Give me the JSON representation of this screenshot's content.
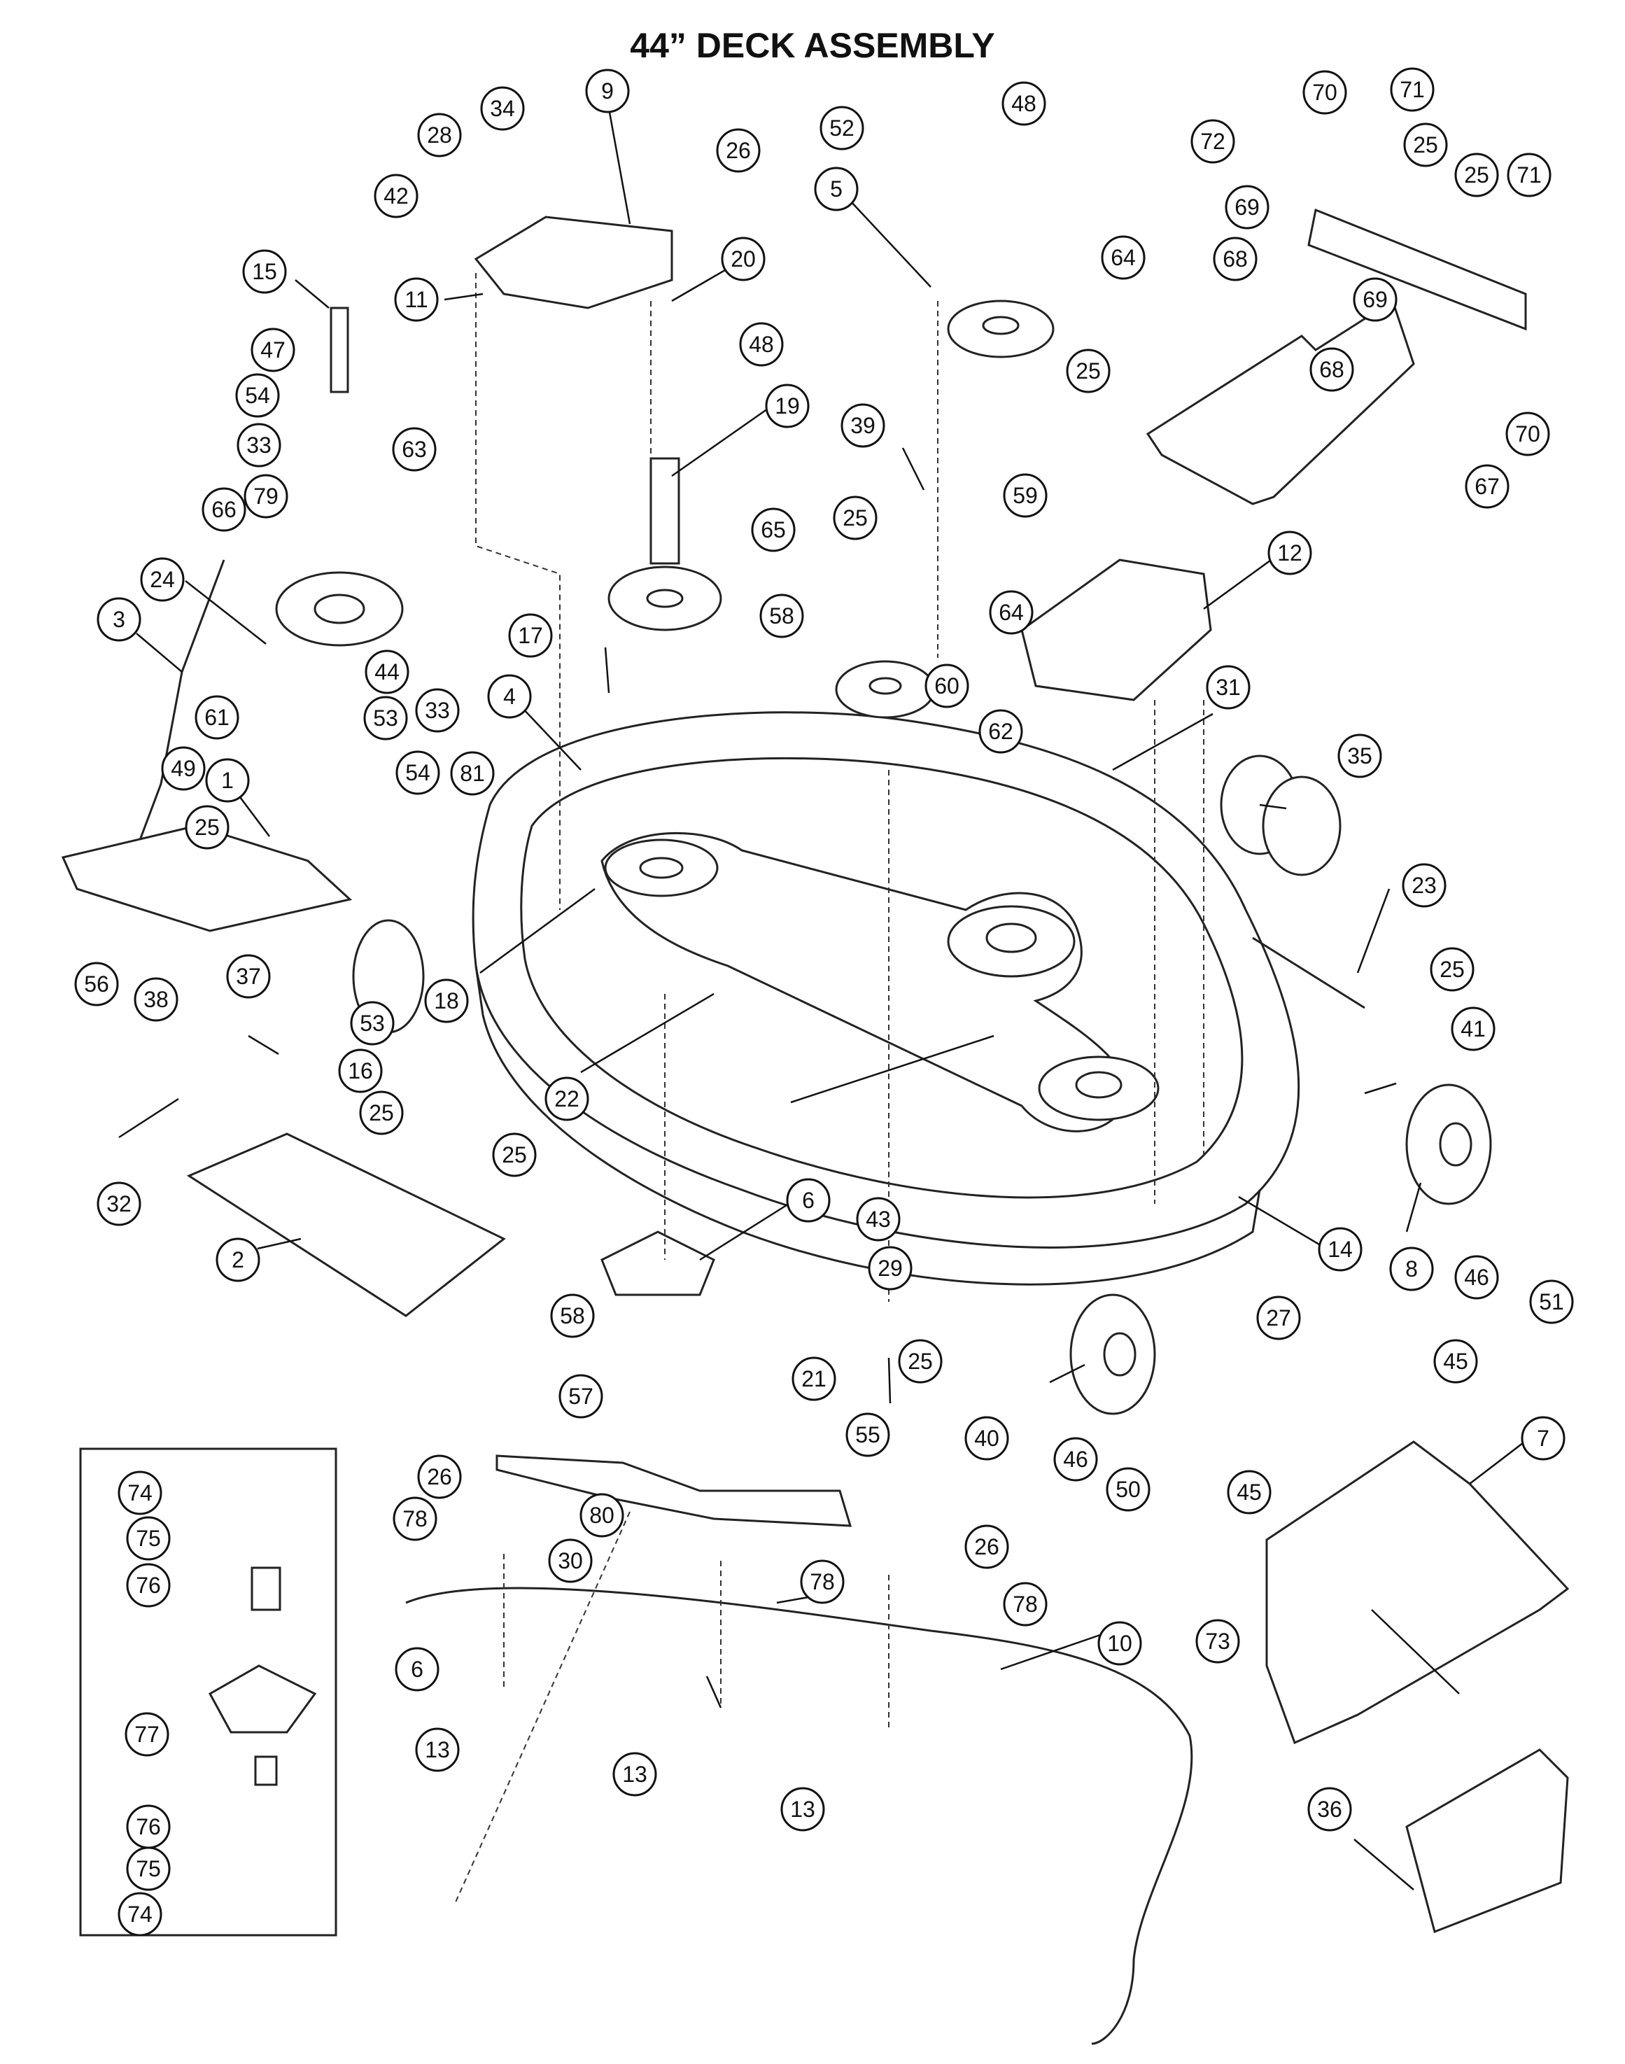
{
  "title": "44” DECK ASSEMBLY",
  "colors": {
    "line": "#222222",
    "background": "#ffffff"
  },
  "callouts": [
    "1",
    "2",
    "3",
    "4",
    "5",
    "6",
    "7",
    "8",
    "9",
    "10",
    "11",
    "12",
    "13",
    "14",
    "15",
    "16",
    "17",
    "18",
    "19",
    "20",
    "21",
    "22",
    "23",
    "24",
    "25",
    "26",
    "27",
    "28",
    "29",
    "30",
    "31",
    "32",
    "33",
    "34",
    "35",
    "36",
    "37",
    "38",
    "39",
    "40",
    "41",
    "42",
    "43",
    "44",
    "45",
    "46",
    "47",
    "48",
    "49",
    "50",
    "51",
    "52",
    "53",
    "54",
    "55",
    "56",
    "57",
    "58",
    "59",
    "60",
    "61",
    "62",
    "63",
    "64",
    "65",
    "66",
    "67",
    "68",
    "69",
    "70",
    "71",
    "72",
    "73",
    "74",
    "75",
    "76",
    "77",
    "78",
    "79",
    "80",
    "81"
  ]
}
